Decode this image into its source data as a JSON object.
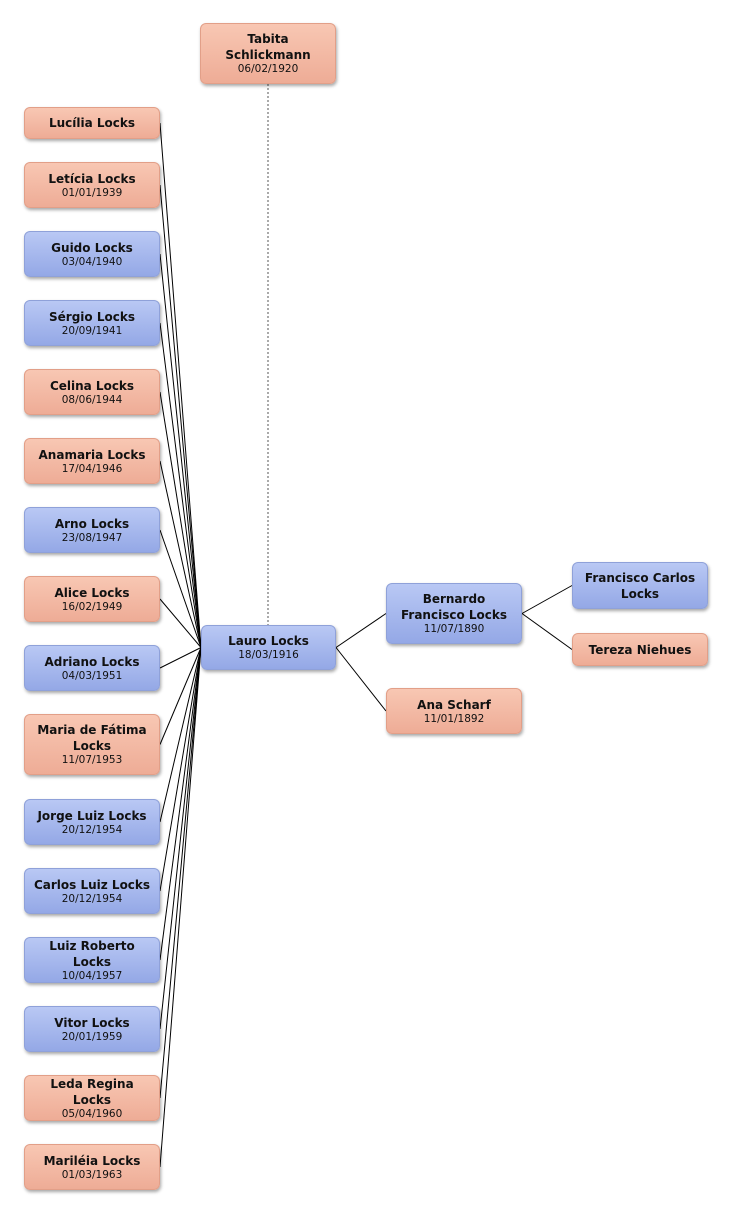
{
  "people": {
    "tabita": {
      "name": "Tabita Schlickmann",
      "date": "06/02/1920"
    },
    "lauro": {
      "name": "Lauro Locks",
      "date": "18/03/1916"
    },
    "bernardo": {
      "name": "Bernardo Francisco Locks",
      "date": "11/07/1890"
    },
    "ana": {
      "name": "Ana Scharf",
      "date": "11/01/1892"
    },
    "francisco": {
      "name": "Francisco Carlos Locks",
      "date": ""
    },
    "tereza": {
      "name": "Tereza Niehues",
      "date": ""
    }
  },
  "children": [
    {
      "name": "Lucília Locks",
      "date": ""
    },
    {
      "name": "Letícia Locks",
      "date": "01/01/1939"
    },
    {
      "name": "Guido Locks",
      "date": "03/04/1940"
    },
    {
      "name": "Sérgio Locks",
      "date": "20/09/1941"
    },
    {
      "name": "Celina Locks",
      "date": "08/06/1944"
    },
    {
      "name": "Anamaria Locks",
      "date": "17/04/1946"
    },
    {
      "name": "Arno Locks",
      "date": "23/08/1947"
    },
    {
      "name": "Alice Locks",
      "date": "16/02/1949"
    },
    {
      "name": "Adriano Locks",
      "date": "04/03/1951"
    },
    {
      "name": "Maria de Fátima Locks",
      "date": "11/07/1953"
    },
    {
      "name": "Jorge Luiz Locks",
      "date": "20/12/1954"
    },
    {
      "name": "Carlos Luiz Locks",
      "date": "20/12/1954"
    },
    {
      "name": "Luiz Roberto Locks",
      "date": "10/04/1957"
    },
    {
      "name": "Vitor Locks",
      "date": "20/01/1959"
    },
    {
      "name": "Leda Regina Locks",
      "date": "05/04/1960"
    },
    {
      "name": "Mariléia Locks",
      "date": "01/03/1963"
    }
  ],
  "colors": {
    "female": "#f2b5a0",
    "male": "#a5b6ee",
    "connector": "#000000"
  }
}
